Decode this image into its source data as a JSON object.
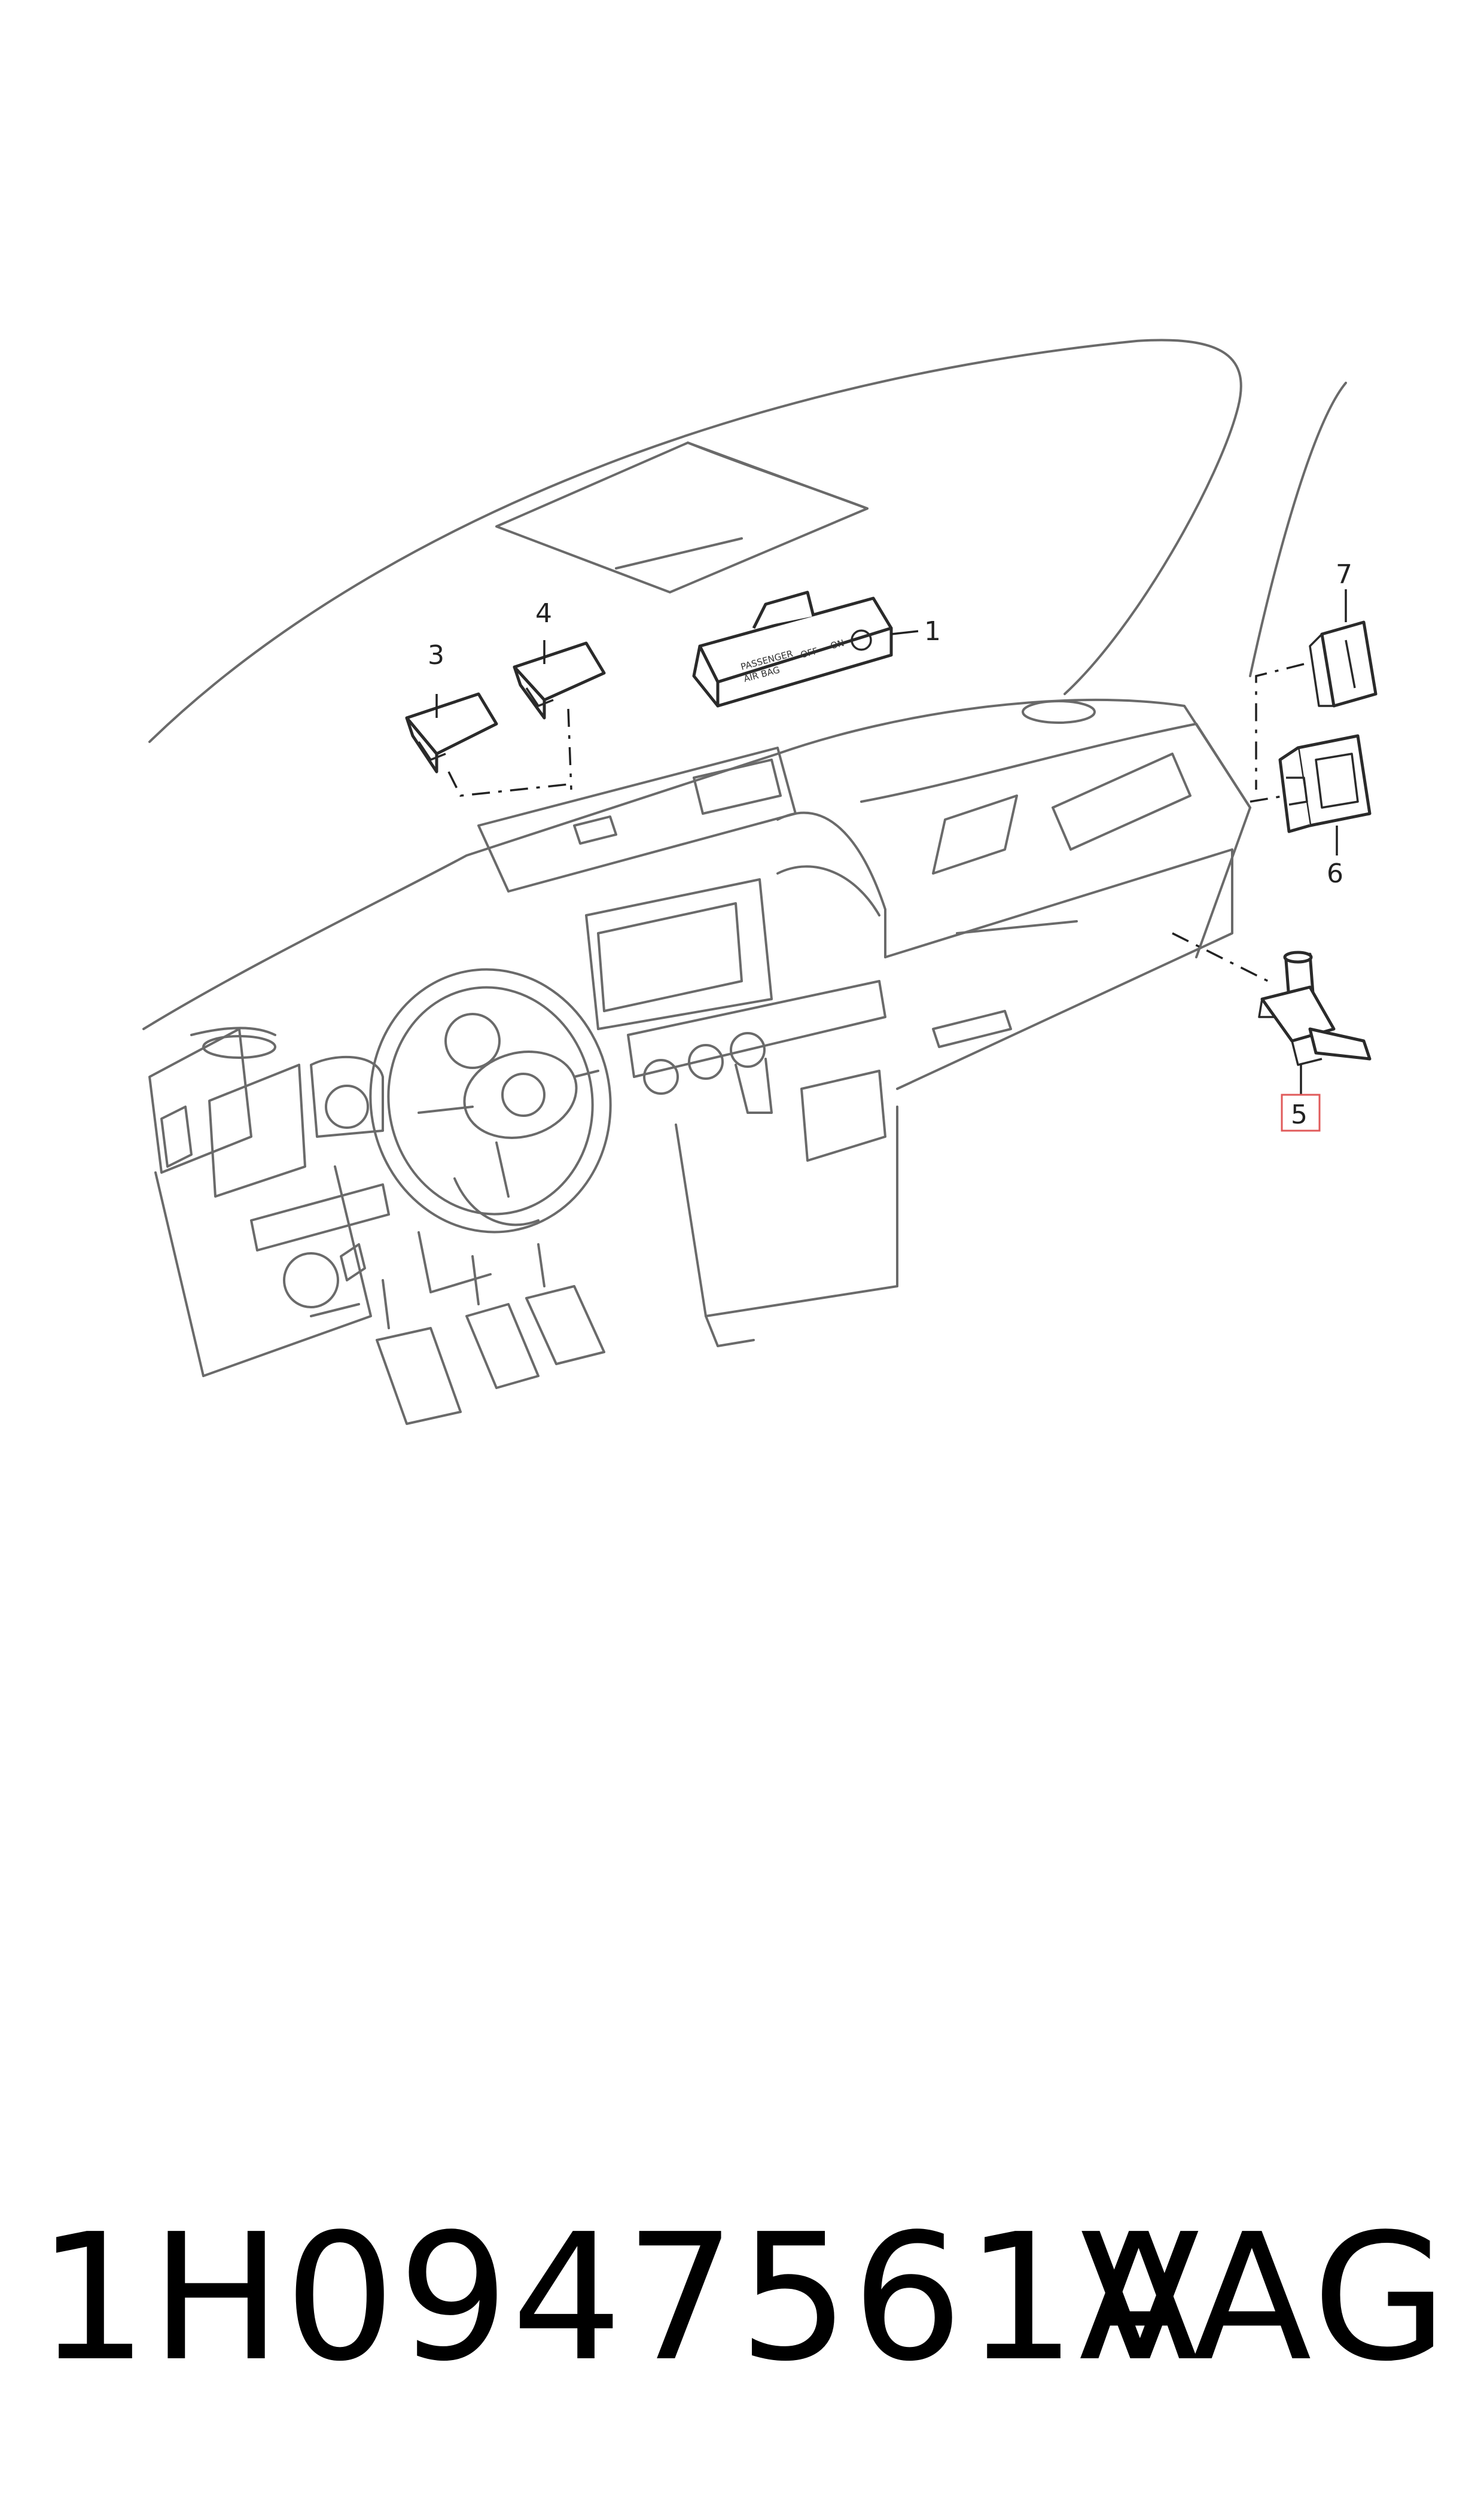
{
  "callouts": {
    "c1": "1",
    "c3": "3",
    "c4": "4",
    "c5": "5",
    "c6": "6",
    "c7": "7"
  },
  "switch_labels": {
    "line1": "PASSENGER",
    "line2": "AIR BAG",
    "off": "OFF",
    "on": "ON"
  },
  "footer": {
    "part_number": "1H0947561A",
    "brand": "VAG"
  },
  "colors": {
    "highlight": "#e05a5a",
    "line": "#6a6a6a",
    "text": "#000000"
  }
}
